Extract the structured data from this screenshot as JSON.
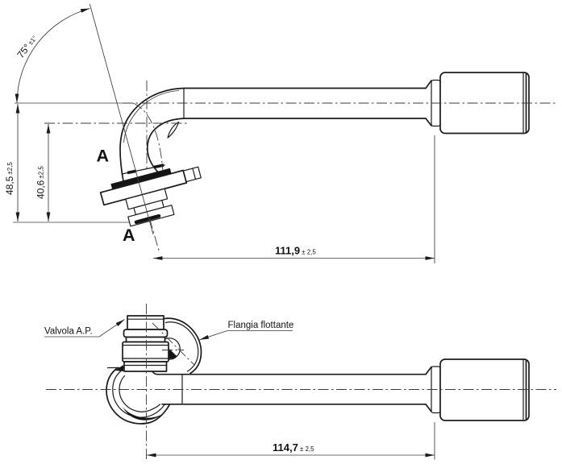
{
  "labels": {
    "valve_ap": "Valvola A.P.",
    "floating_flange": "Flangia flottante",
    "section_marker": "A"
  },
  "dimensions": {
    "bend_angle": {
      "value": "75°",
      "tolerance": "±1°"
    },
    "total_height": {
      "value": "48,5",
      "tolerance": "±2,5"
    },
    "flange_height": {
      "value": "40,6",
      "tolerance": "±2,5"
    },
    "top_length": {
      "value": "111,9",
      "tolerance": "± 2,5"
    },
    "bottom_length": {
      "value": "114,7",
      "tolerance": "± 2,5"
    }
  },
  "colors": {
    "line": "#1b1b1c",
    "thin_line": "#3a3a3c",
    "background": "#ffffff"
  }
}
